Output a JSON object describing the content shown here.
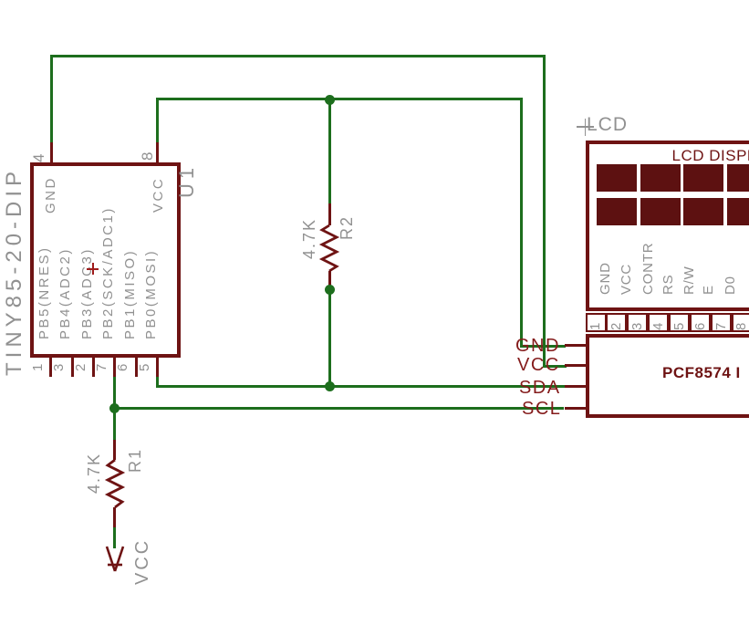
{
  "colors": {
    "wire_green": "#1d6e1d",
    "symbol_maroon": "#6e1313",
    "lcd_block_fill": "#5d1111",
    "text_gray": "#919191",
    "net_label_maroon": "#841b1b"
  },
  "mcu": {
    "designator": "U1",
    "part": "TINY85-20-DIP",
    "pins": {
      "p4": {
        "num": "4",
        "name": "GND"
      },
      "p8": {
        "num": "8",
        "name": "VCC"
      },
      "p1": {
        "num": "1",
        "name": "PB5(NRES)"
      },
      "p3": {
        "num": "3",
        "name": "PB4(ADC2)"
      },
      "p2": {
        "num": "2",
        "name": "PB3(ADC3)"
      },
      "p7": {
        "num": "7",
        "name": "PB2(SCK/ADC1)"
      },
      "p6": {
        "num": "6",
        "name": "PB1(MISO)"
      },
      "p5": {
        "num": "5",
        "name": "PB0(MOSI)"
      }
    }
  },
  "r1": {
    "designator": "R1",
    "value": "4.7K"
  },
  "r2": {
    "designator": "R2",
    "value": "4.7K"
  },
  "power": {
    "vcc": "VCC"
  },
  "lcd": {
    "designator": "LCD",
    "title": "LCD DISPL",
    "pins": [
      {
        "num": "1",
        "name": "GND"
      },
      {
        "num": "2",
        "name": "VCC"
      },
      {
        "num": "3",
        "name": "CONTR"
      },
      {
        "num": "4",
        "name": "RS"
      },
      {
        "num": "5",
        "name": "R/W"
      },
      {
        "num": "6",
        "name": "E"
      },
      {
        "num": "7",
        "name": "D0"
      },
      {
        "num": "8",
        "name": ""
      }
    ]
  },
  "pcf": {
    "name": "PCF8574 I",
    "nets": {
      "gnd": "GND",
      "vcc": "VCC",
      "sda": "SDA",
      "scl": "SCL"
    }
  }
}
